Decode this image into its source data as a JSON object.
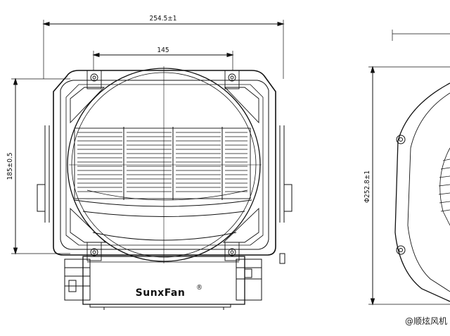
{
  "dimensions": {
    "overall_width": "254.5±1",
    "inlet_width": "145",
    "height": "185±0.5",
    "diameter": "Φ252.8±1"
  },
  "brand_label": "SunxFan",
  "brand_mark": "®",
  "watermark": "@顺炫风机"
}
